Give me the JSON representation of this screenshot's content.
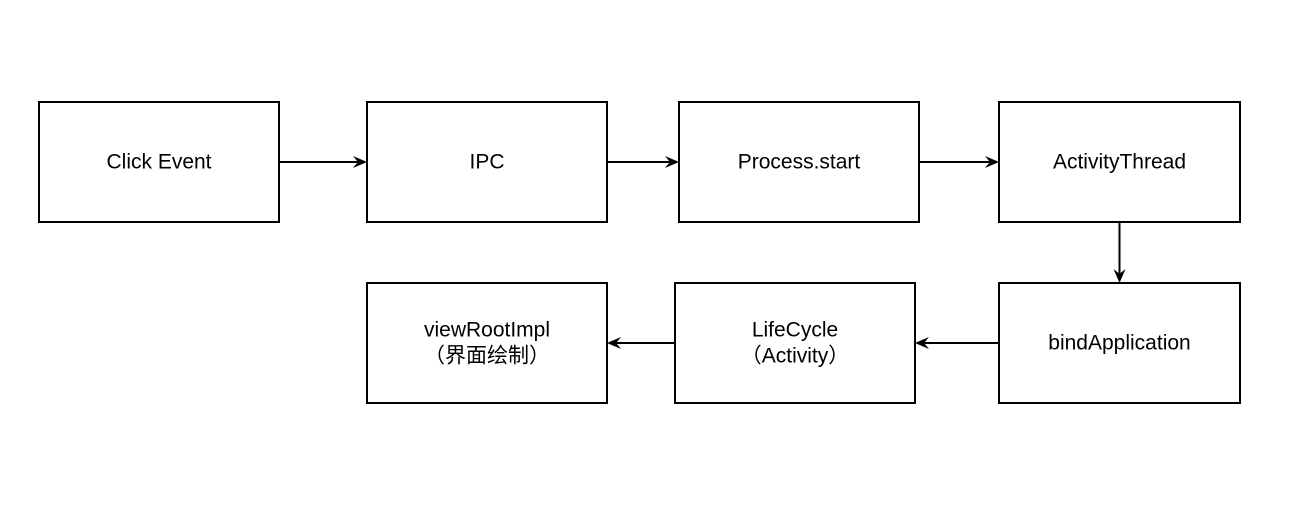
{
  "nodes": [
    {
      "id": "click-event",
      "lines": [
        "Click Event"
      ]
    },
    {
      "id": "ipc",
      "lines": [
        "IPC"
      ]
    },
    {
      "id": "process-start",
      "lines": [
        "Process.start"
      ]
    },
    {
      "id": "activity-thread",
      "lines": [
        "ActivityThread"
      ]
    },
    {
      "id": "bind-application",
      "lines": [
        "bindApplication"
      ]
    },
    {
      "id": "lifecycle",
      "lines": [
        "LifeCycle",
        "（Activity）"
      ]
    },
    {
      "id": "view-root-impl",
      "lines": [
        "viewRootImpl",
        "（界面绘制）"
      ]
    }
  ],
  "edges": [
    {
      "from": "click-event",
      "to": "ipc"
    },
    {
      "from": "ipc",
      "to": "process-start"
    },
    {
      "from": "process-start",
      "to": "activity-thread"
    },
    {
      "from": "activity-thread",
      "to": "bind-application"
    },
    {
      "from": "bind-application",
      "to": "lifecycle"
    },
    {
      "from": "lifecycle",
      "to": "view-root-impl"
    }
  ]
}
